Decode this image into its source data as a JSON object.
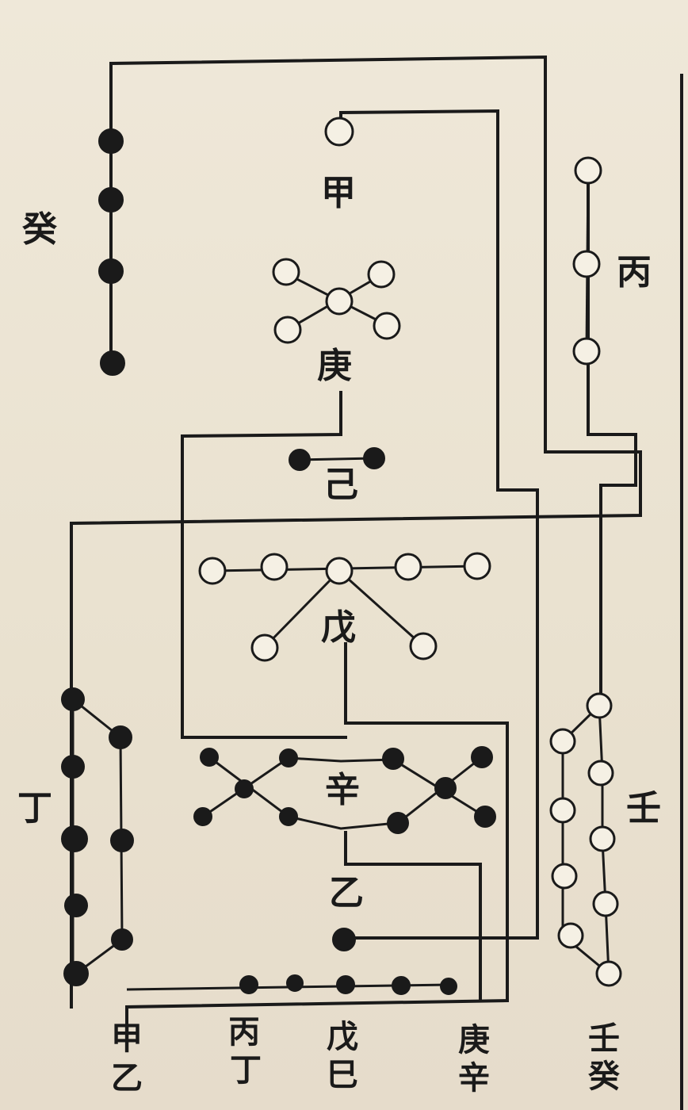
{
  "diagram": {
    "labels": {
      "jia": "甲",
      "geng": "庚",
      "ji": "己",
      "wu": "戊",
      "xin": "辛",
      "yi": "乙",
      "bing": "丙",
      "ren": "壬",
      "gui": "癸",
      "ding": "丁"
    },
    "bottom_labels": [
      {
        "top": "甲",
        "bottom": "乙"
      },
      {
        "top": "丙",
        "bottom": "丁"
      },
      {
        "top": "戊",
        "bottom": "巳"
      },
      {
        "top": "庚",
        "bottom": "辛"
      },
      {
        "top": "壬",
        "bottom": "癸"
      }
    ],
    "colors": {
      "ink": "#1a1a1a",
      "paper": "#ece4d4"
    }
  }
}
